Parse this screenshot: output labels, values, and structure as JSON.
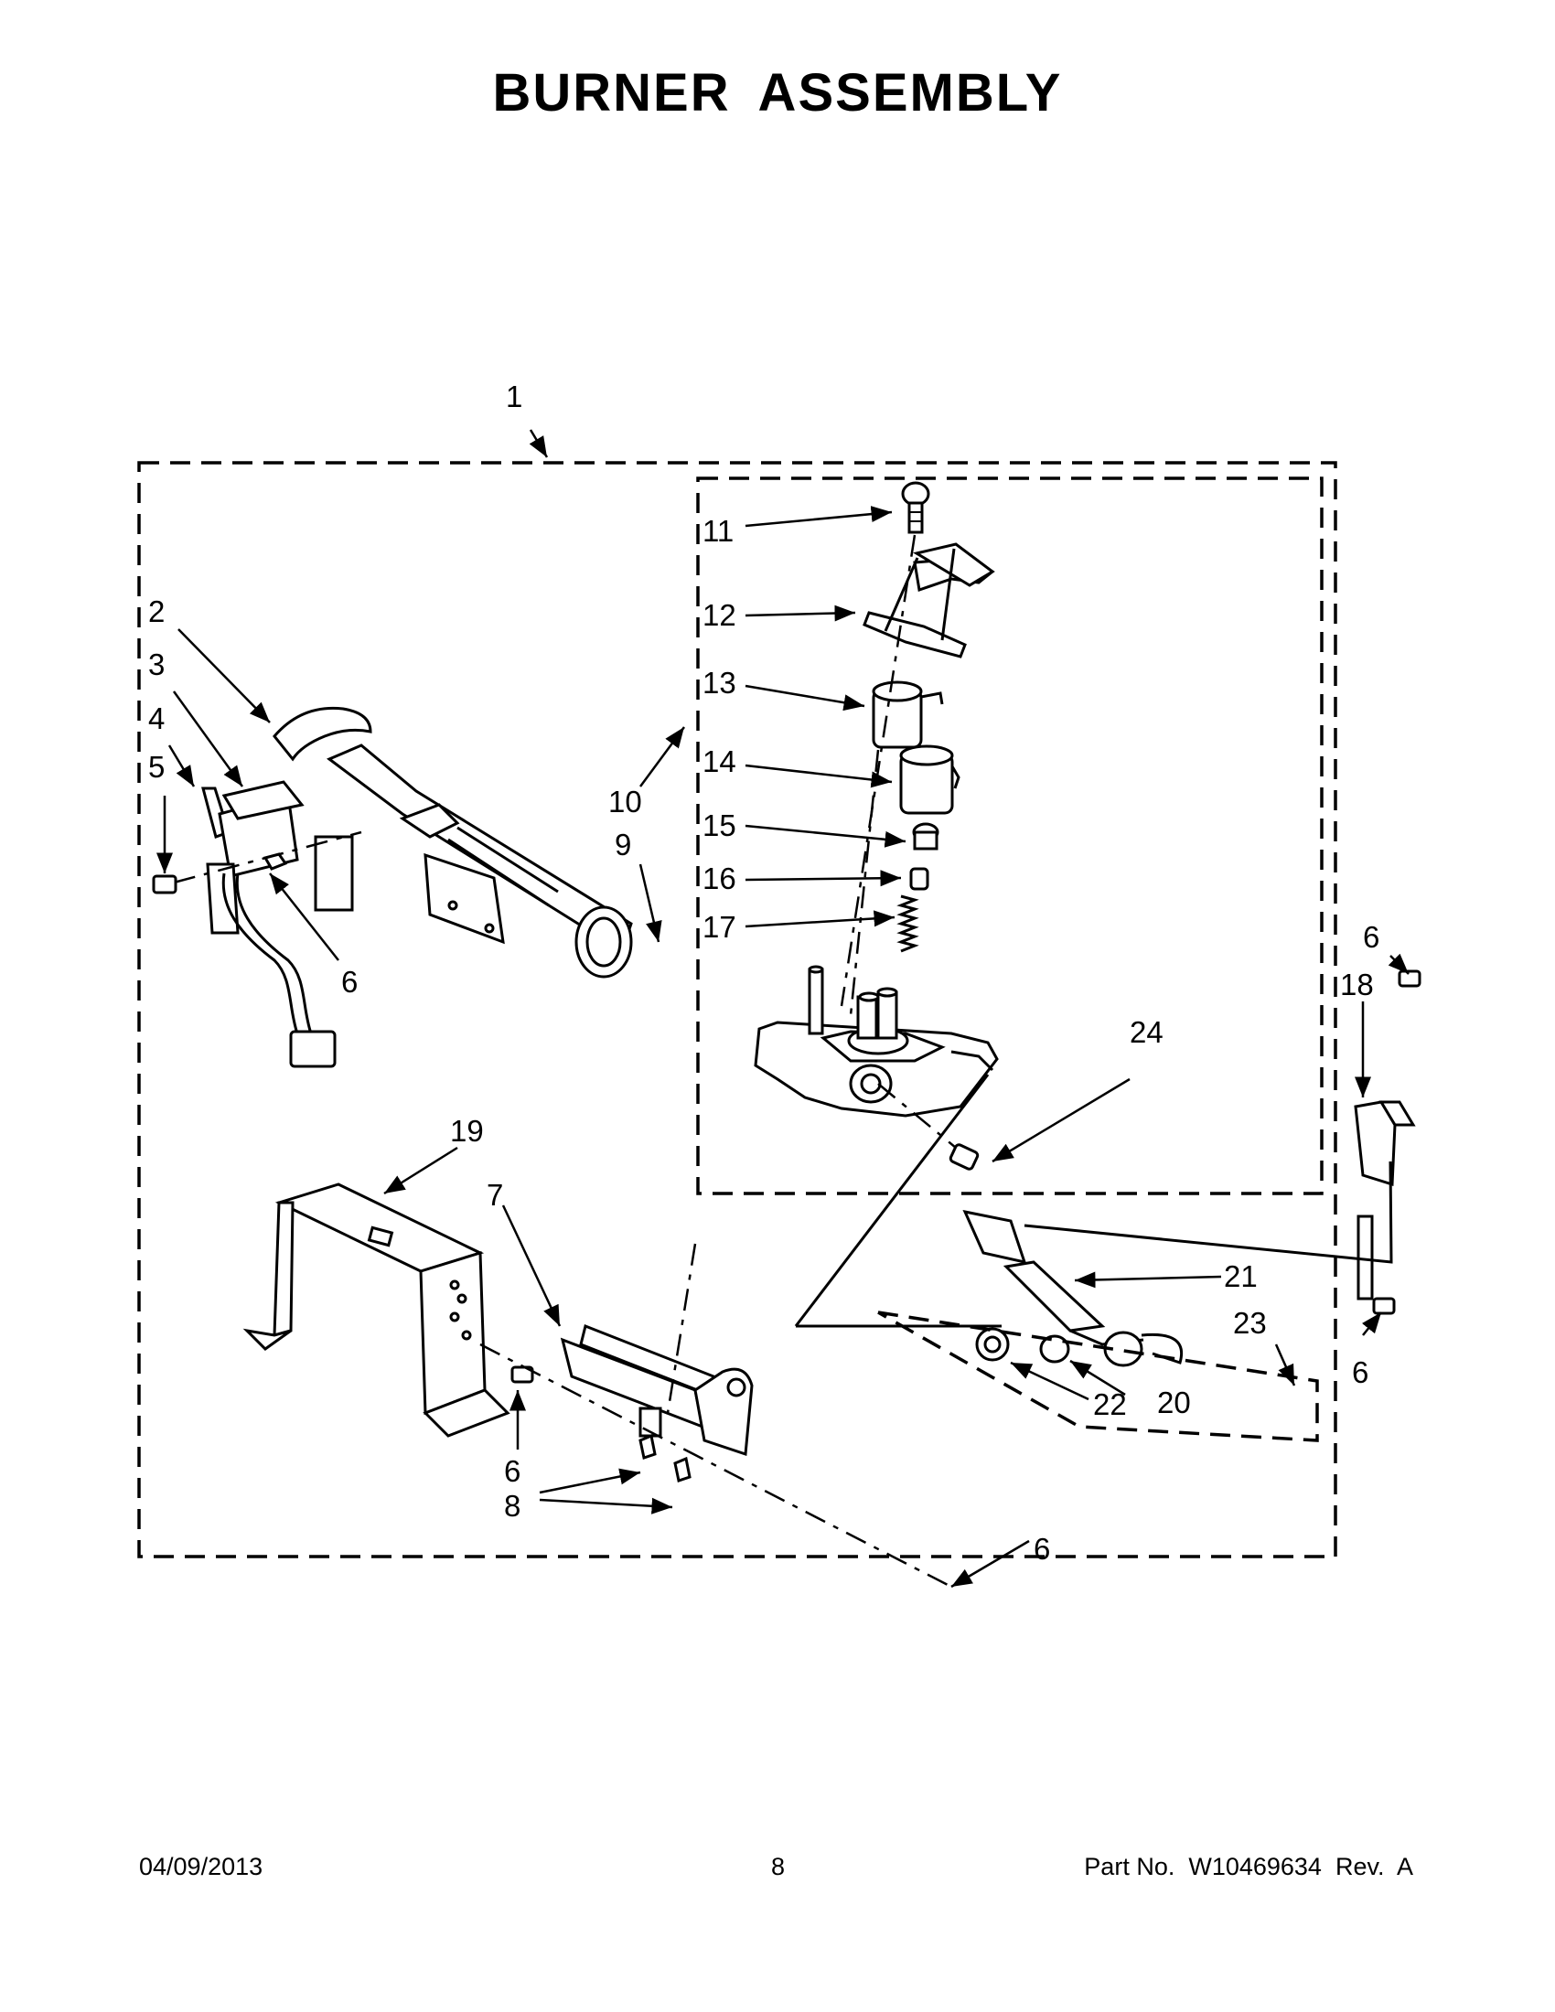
{
  "title": "BURNER ASSEMBLY",
  "callouts": {
    "c1": "1",
    "c2": "2",
    "c3": "3",
    "c4": "4",
    "c5": "5",
    "c6": "6",
    "c7": "7",
    "c8": "8",
    "c9": "9",
    "c10": "10",
    "c11": "11",
    "c12": "12",
    "c13": "13",
    "c14": "14",
    "c15": "15",
    "c16": "16",
    "c17": "17",
    "c18": "18",
    "c19": "19",
    "c20": "20",
    "c21": "21",
    "c22": "22",
    "c23": "23",
    "c24": "24"
  },
  "footer": {
    "date": "04/09/2013",
    "page": "8",
    "part_no": "Part No.  W10469634  Rev.  A"
  }
}
